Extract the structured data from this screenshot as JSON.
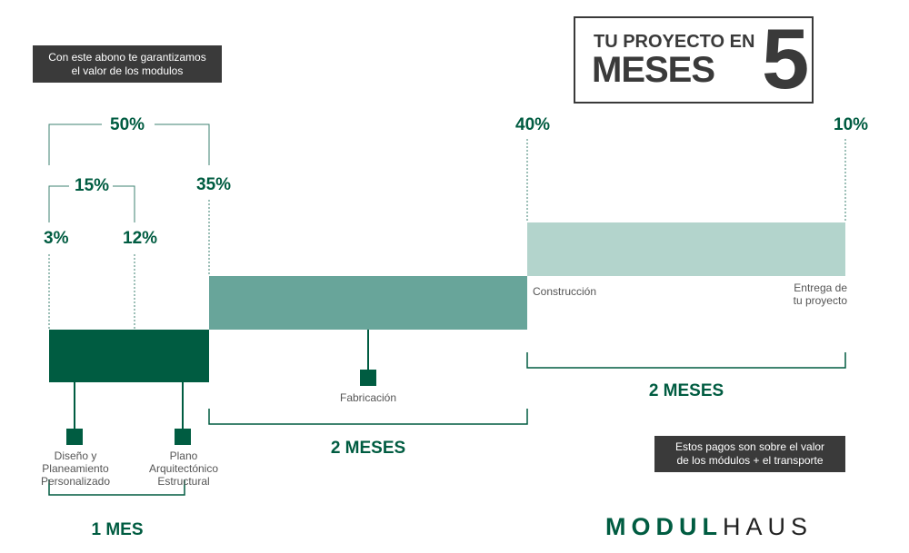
{
  "notes": {
    "top": [
      "Con este abono te garantizamos",
      "el valor de los modulos"
    ],
    "bottom": [
      "Estos pagos son sobre el valor",
      "de los módulos + el transporte"
    ]
  },
  "title": {
    "line1": "TU PROYECTO EN",
    "line2": "MESES",
    "number": "5"
  },
  "percentages": {
    "p50": "50%",
    "p15": "15%",
    "p3": "3%",
    "p12": "12%",
    "p35": "35%",
    "p40": "40%",
    "p10": "10%"
  },
  "stages": {
    "diseno": [
      "Diseño y",
      "Planeamiento",
      "Personalizado"
    ],
    "plano": [
      "Plano",
      "Arquitectónico",
      "Estructural"
    ],
    "fabricacion": "Fabricación",
    "construccion": "Construcción",
    "entrega": [
      "Entrega de",
      "tu proyecto"
    ]
  },
  "durations": {
    "d1": "1 MES",
    "d2": "2 MESES",
    "d3": "2 MESES"
  },
  "logo": {
    "part1": "MODUL",
    "part2": "HAUS"
  },
  "colors": {
    "dark_green": "#005c41",
    "mid_green": "#68a59a",
    "light_green": "#b3d4cc",
    "line_green": "#3e8070",
    "box_dark": "#3a3a3a"
  }
}
